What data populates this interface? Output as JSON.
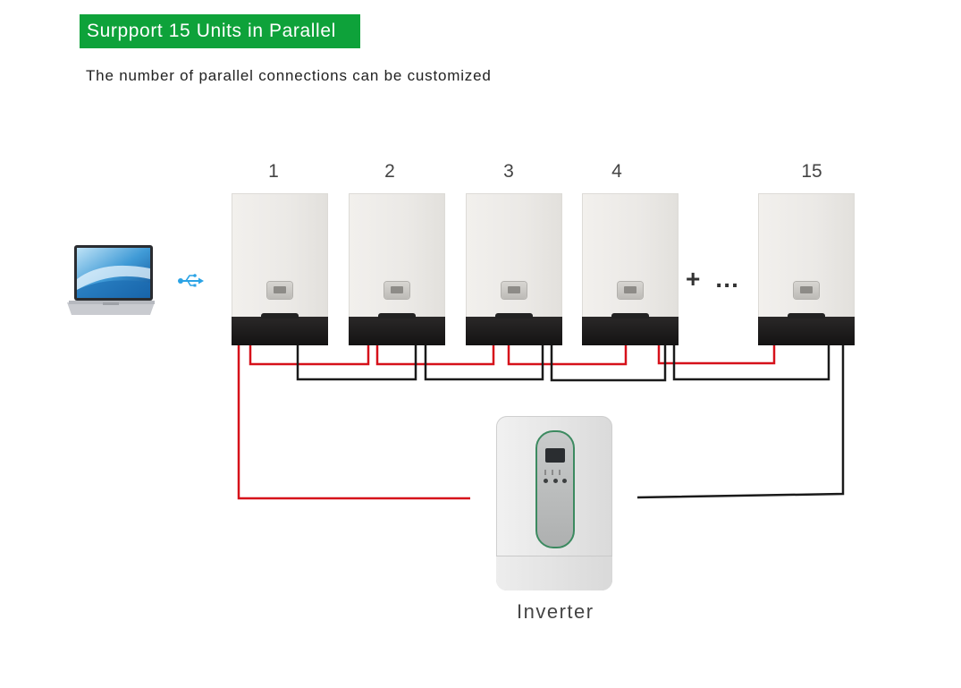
{
  "header": {
    "banner_text": "Surpport 15 Units in Parallel",
    "subtitle": "The number of parallel connections can be customized"
  },
  "units": [
    {
      "label": "1"
    },
    {
      "label": "2"
    },
    {
      "label": "3"
    },
    {
      "label": "4"
    },
    {
      "label": "15"
    }
  ],
  "ellipsis_text": "+ …",
  "inverter": {
    "label": "Inverter"
  },
  "icons": {
    "laptop": "laptop-icon",
    "usb": "usb-icon"
  },
  "colors": {
    "banner": "#0ea23a",
    "positive_wire": "#d6111a",
    "negative_wire": "#1a1a1a",
    "usb_icon": "#2ba3e5"
  }
}
